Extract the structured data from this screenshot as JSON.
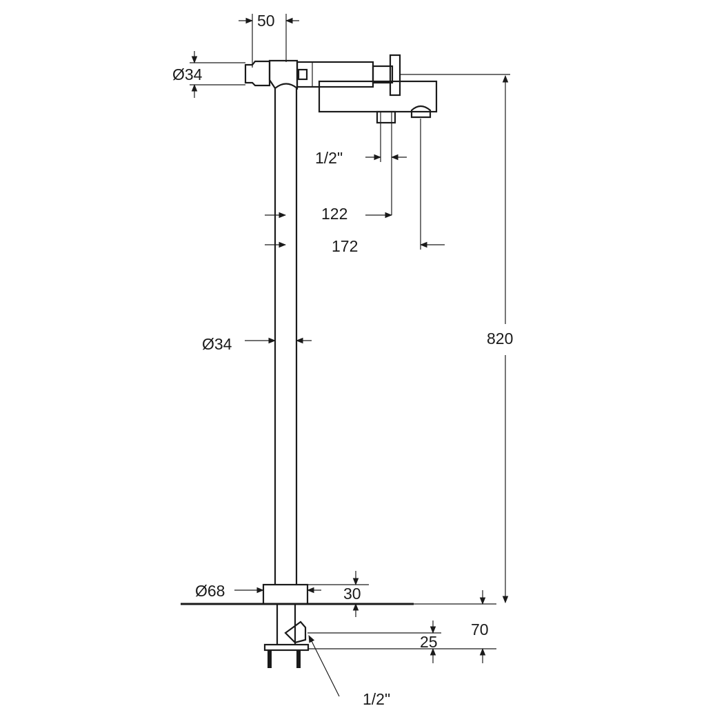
{
  "dimensions": {
    "body_offset": "50",
    "handle_diameter": "Ø34",
    "inlet_size_top": "1/2\"",
    "spout_offset_122": "122",
    "spout_offset_172": "172",
    "pipe_diameter": "Ø34",
    "overall_height": "820",
    "base_diameter": "Ø68",
    "base_height": "30",
    "below_floor_70": "70",
    "below_floor_25": "25",
    "inlet_size_bottom": "1/2\""
  }
}
